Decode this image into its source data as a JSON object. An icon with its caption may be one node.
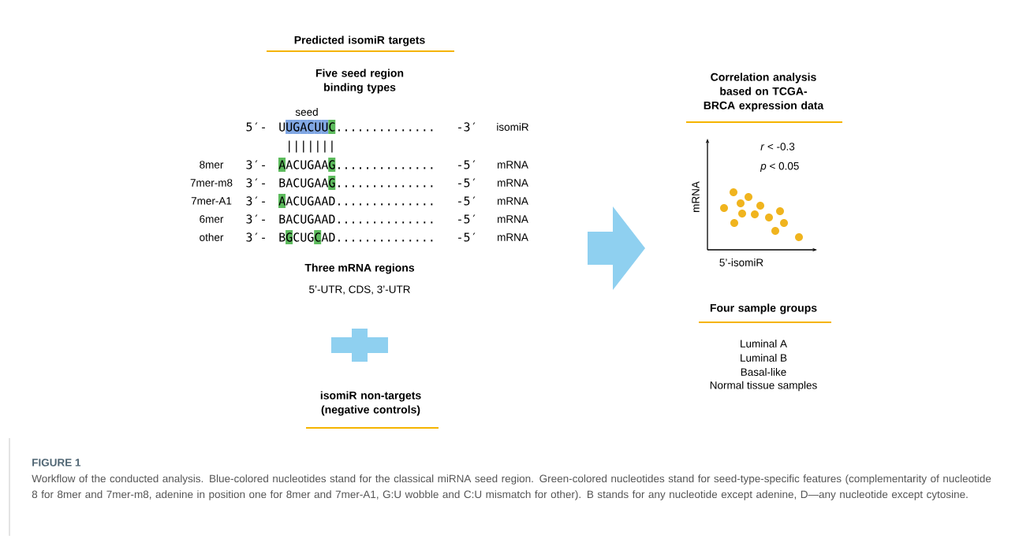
{
  "diagram": {
    "title": "FIGURE 1",
    "caption": "Workflow of the conducted analysis. Blue-colored nucleotides stand for the classical miRNA seed region. Green-colored nucleotides stand for seed-type-specific features (complementarity of nucleotide 8 for 8mer and 7mer-m8, adenine in position one for 8mer and 7mer-A1, G:U wobble and C:U mismatch for other). B stands for any nucleotide except adenine, D—any nucleotide except cytosine.",
    "nodes": [
      {
        "text": [],
        "shape": "plus"
      },
      {
        "text": [],
        "shape": "arrow"
      }
    ],
    "labels": [
      "Predicted isomiR targets",
      "Five seed region binding types",
      "seed",
      "5′-",
      "UUGACUUC..............",
      "-3′",
      "isomiR",
      "|||||||",
      "8mer",
      "3′-",
      "AACUGAAG..............",
      "-5′",
      "mRNA",
      "7mer-m8",
      "3′-",
      "BACUGAAG..............",
      "-5′",
      "mRNA",
      "7mer-A1",
      "3′-",
      "AACUGAAD..............",
      "-5′",
      "mRNA",
      "6mer",
      "3′-",
      "BACUGAAD..............",
      "-5′",
      "mRNA",
      "other",
      "3′-",
      "BGCUGCAD..............",
      "-5′",
      "mRNA",
      "Three mRNA regions",
      "5’-UTR, CDS, 3’-UTR",
      "isomiR non-targets (negative controls)",
      "Correlation analysis based on TCGA-BRCA expression data",
      "*r* < -0.3",
      "*p* < 0.05",
      "mRNA",
      "5’-isomiR",
      "Four sample groups",
      "Luminal A",
      "Luminal B",
      "Basal-like",
      "Normal tissue samples"
    ]
  }
}
